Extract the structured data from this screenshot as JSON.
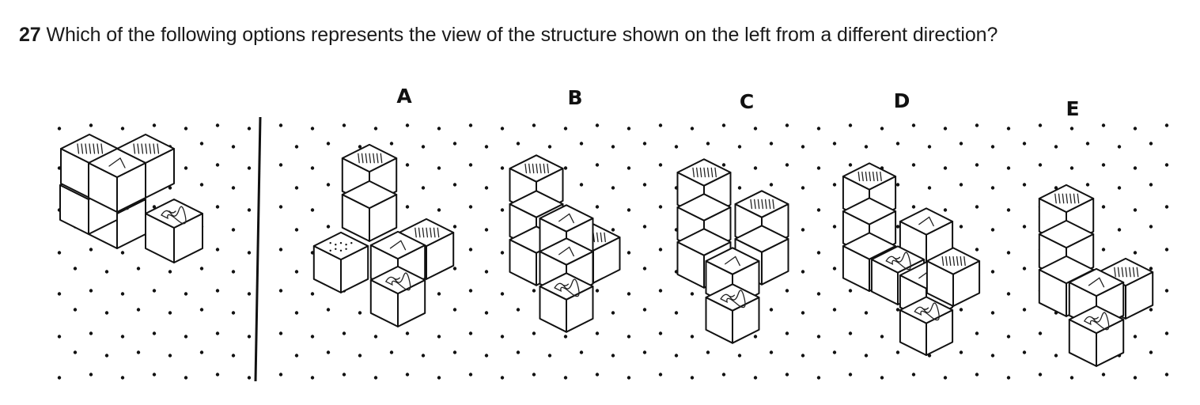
{
  "question": {
    "number": "27",
    "text": "Which of the following options represents the view of the structure shown on the left from a different direction?"
  },
  "options": [
    {
      "label": "A"
    },
    {
      "label": "B"
    },
    {
      "label": "C"
    },
    {
      "label": "D"
    },
    {
      "label": "E"
    }
  ]
}
